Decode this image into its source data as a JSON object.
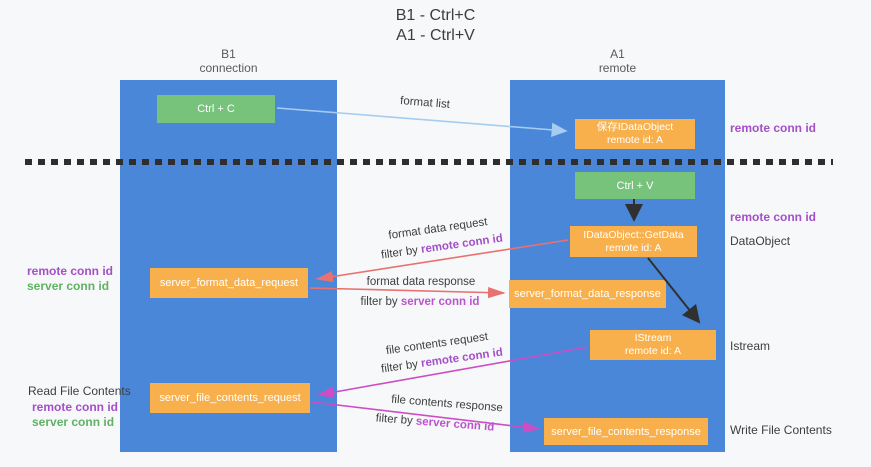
{
  "title": {
    "line1": "B1 - Ctrl+C",
    "line2": "A1 - Ctrl+V"
  },
  "lifelines": {
    "left": {
      "name": "B1",
      "role": "connection"
    },
    "right": {
      "name": "A1",
      "role": "remote"
    }
  },
  "boxes": {
    "ctrl_c": {
      "label": "Ctrl + C"
    },
    "ctrl_v": {
      "label": "Ctrl + V"
    },
    "save_idataobject": {
      "line1": "保存IDataObject",
      "line2": "remote id: A"
    },
    "getdata": {
      "line1": "IDataObject::GetData",
      "line2": "remote id: A"
    },
    "istream": {
      "line1": "IStream",
      "line2": "remote id: A"
    },
    "format_request": {
      "label": "server_format_data_request"
    },
    "format_response": {
      "label": "server_format_data_response"
    },
    "file_request": {
      "label": "server_file_contents_request"
    },
    "file_response": {
      "label": "server_file_contents_response"
    }
  },
  "arrow_labels": {
    "format_list": "format list",
    "format_data_request": {
      "title": "format data request",
      "filter_prefix": "filter by ",
      "filter_key": "remote conn id"
    },
    "format_data_response": {
      "title": "format data response",
      "filter_prefix": "filter by ",
      "filter_key": "server conn id"
    },
    "file_contents_request": {
      "title": "file contents request",
      "filter_prefix": "filter by ",
      "filter_key": "remote conn id"
    },
    "file_contents_response": {
      "title": "file contents response",
      "filter_prefix": "filter by ",
      "filter_key": "server conn id"
    }
  },
  "side_labels": {
    "right_top_remote_conn_id": "remote conn id",
    "right_mid_remote_conn_id": "remote conn id",
    "dataobject": "DataObject",
    "istream": "Istream",
    "write_file_contents": "Write File Contents",
    "read_file_contents": "Read File Contents",
    "left_format": {
      "remote": "remote conn id",
      "server": "server conn id"
    },
    "left_file": {
      "remote": "remote conn id",
      "server": "server conn id"
    }
  },
  "colors": {
    "lifeline_blue": "#4b87d9",
    "action_green": "#78c37c",
    "message_orange": "#f8b04d",
    "remote_conn_purple": "#a44fc8",
    "server_conn_green": "#5fb264",
    "filter_key_purple": "#bb53cd",
    "arrow_red": "#e8726f",
    "arrow_magenta": "#cb4ec4",
    "arrow_lightblue": "#a6cdf0",
    "arrow_black": "#303030"
  }
}
